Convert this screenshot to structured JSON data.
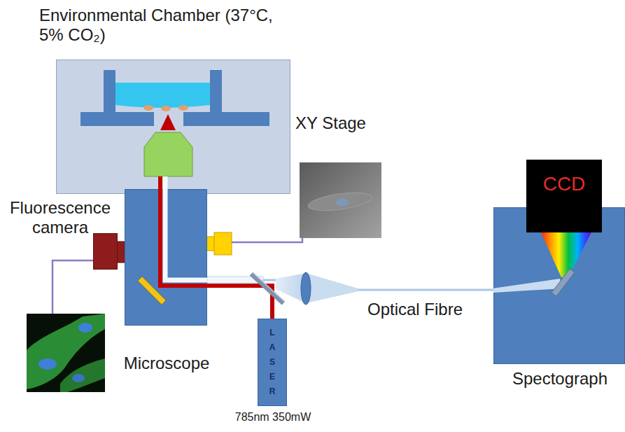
{
  "diagram": {
    "nodes": [
      {
        "text": [
          "Environmental Chamber (37°C, 5% CO₂)"
        ]
      },
      {
        "text": [
          "Microscope"
        ]
      },
      {
        "text": [
          "Fluorescence camera"
        ]
      },
      {
        "text": [
          "LASER",
          "785nm 350mW"
        ]
      },
      {
        "text": [
          "Spectograph"
        ]
      },
      {
        "text": [
          "CCD"
        ]
      }
    ],
    "edges": [
      {
        "from": 1,
        "to": 4,
        "arrow": "none",
        "label": "Optical Fibre"
      },
      {
        "from": 3,
        "to": 1,
        "arrow": "none"
      }
    ],
    "labels": [
      "XY Stage"
    ]
  }
}
